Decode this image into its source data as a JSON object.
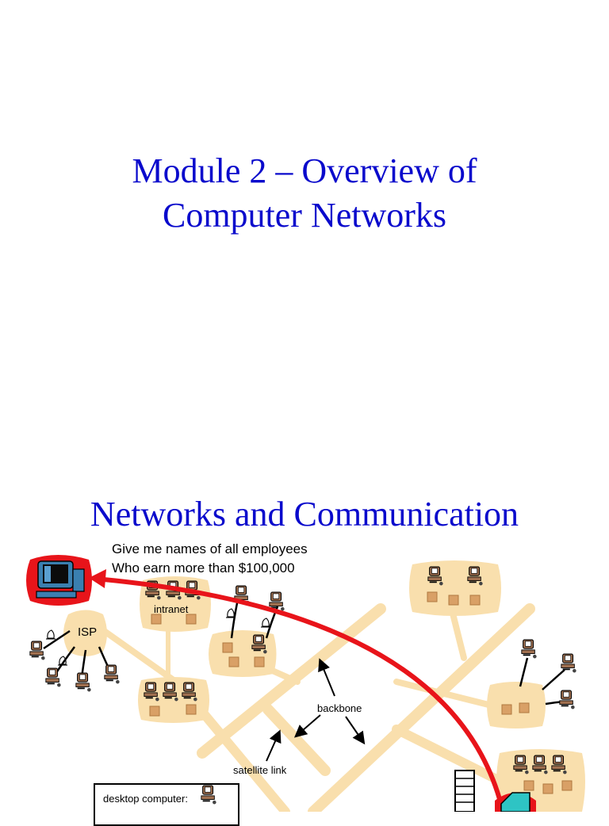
{
  "slide1": {
    "title": "Module 2 – Overview of Computer Networks"
  },
  "slide2": {
    "title": "Networks and Communication",
    "query_line1": "Give me names of all employees",
    "query_line2": "Who earn more than $100,000",
    "labels": {
      "isp": "ISP",
      "intranet": "intranet",
      "backbone": "backbone",
      "satellite_link": "satellite link",
      "desktop_computer": "desktop computer:"
    },
    "icons": [
      "desktop-computer-icon",
      "server-icon",
      "workstation-icon",
      "satellite-dish-icon",
      "building-icon"
    ],
    "colors": {
      "title": "#0a0acc",
      "network_fill": "#f9dfad",
      "query_arrow": "#e8141a",
      "workstation_body": "#a07050"
    }
  }
}
